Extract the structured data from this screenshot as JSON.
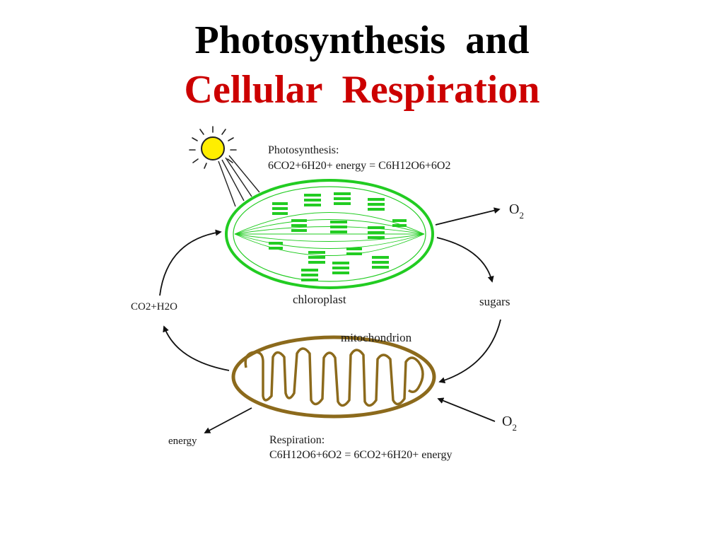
{
  "title": {
    "line1": "Photosynthesis  and",
    "line2": "Cellular  Respiration"
  },
  "labels": {
    "photosynthesis_heading": "Photosynthesis:",
    "photosynthesis_equation": "6CO2+6H20+ energy = C6H12O6+6O2",
    "chloroplast": "chloroplast",
    "mitochondrion": "mitochondrion",
    "co2_h2o": "CO2+H2O",
    "sugars": "sugars",
    "o2_top": "O",
    "o2_top_sub": "2",
    "o2_bottom": "O",
    "o2_bottom_sub": "2",
    "energy": "energy",
    "respiration_heading": "Respiration:",
    "respiration_equation": "C6H12O6+6O2 = 6CO2+6H20+ energy"
  },
  "colors": {
    "title_primary": "#000000",
    "title_accent": "#cc0000",
    "sun_fill": "#ffee00",
    "sun_stroke": "#222222",
    "chloroplast": "#22cc22",
    "mitochondrion": "#8c6a1c",
    "arrow": "#111111"
  },
  "icons": {
    "sun": "sun-icon",
    "chloroplast": "chloroplast-icon",
    "mitochondrion": "mitochondrion-icon"
  }
}
